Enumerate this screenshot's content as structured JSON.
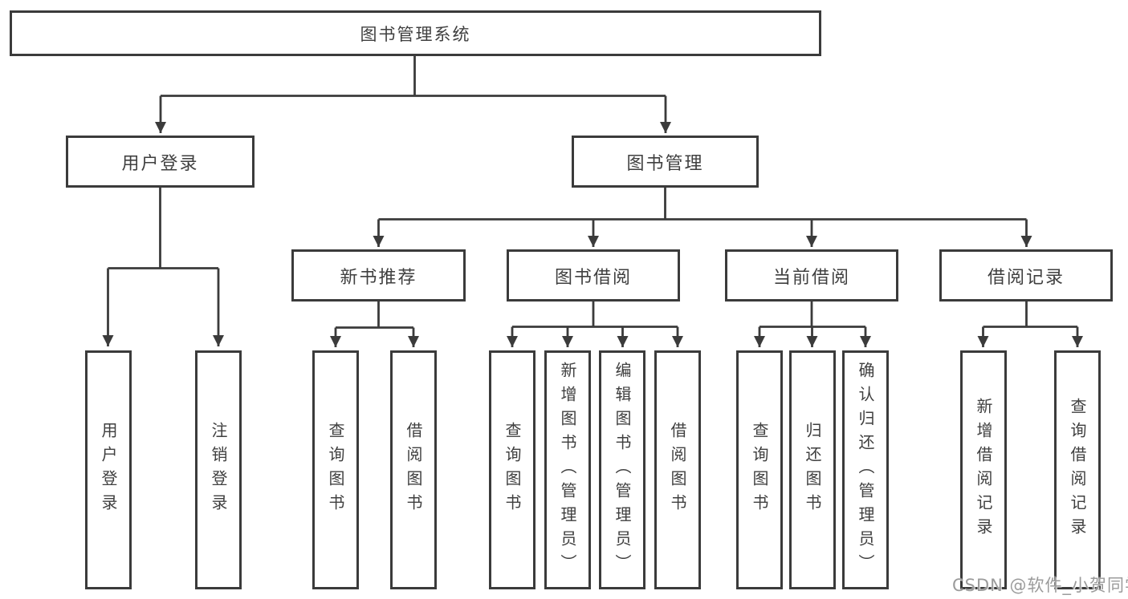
{
  "colors": {
    "line": "#3b3b3b",
    "box_border": "#3b3b3b",
    "text": "#3f3f3f",
    "watermark_text": "#9b9b9b",
    "background": "#ffffff"
  },
  "root": {
    "label": "图书管理系统"
  },
  "user_login": {
    "label": "用户登录",
    "children": [
      {
        "label": "用户登录"
      },
      {
        "label": "注销登录"
      }
    ]
  },
  "book_management": {
    "label": "图书管理",
    "groups": [
      {
        "label": "新书推荐",
        "children": [
          {
            "label": "查询图书"
          },
          {
            "label": "借阅图书"
          }
        ]
      },
      {
        "label": "图书借阅",
        "children": [
          {
            "label": "查询图书"
          },
          {
            "label": "新增图书（管理员）"
          },
          {
            "label": "编辑图书（管理员）"
          },
          {
            "label": "借阅图书"
          }
        ]
      },
      {
        "label": "当前借阅",
        "children": [
          {
            "label": "查询图书"
          },
          {
            "label": "归还图书"
          },
          {
            "label": "确认归还（管理员）"
          }
        ]
      },
      {
        "label": "借阅记录",
        "children": [
          {
            "label": "新增借阅记录"
          },
          {
            "label": "查询借阅记录"
          }
        ]
      }
    ]
  },
  "watermark": "CSDN @软件_小贺同学"
}
